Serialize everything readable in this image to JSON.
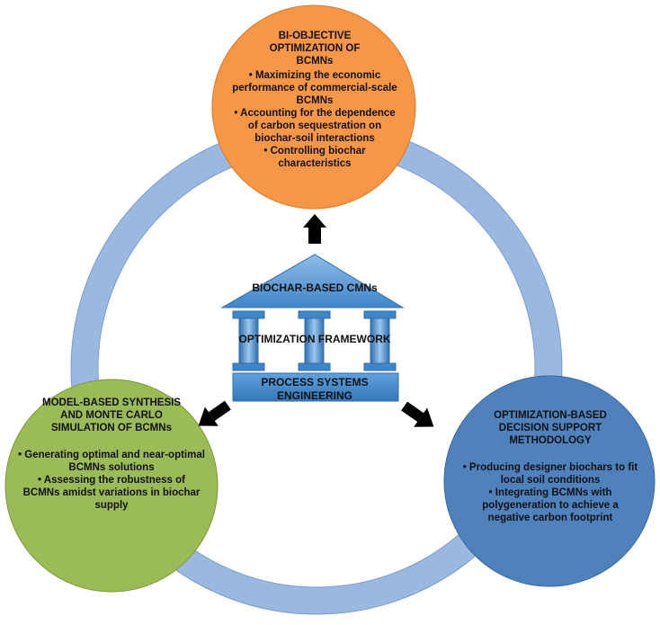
{
  "colors": {
    "ring": "#9ab8e0",
    "ring_shadow": "#7a9ccc",
    "top_node": "#f79646",
    "left_node": "#9bbb59",
    "right_node": "#4f81bd",
    "building": "#5b9bd5",
    "building_dark": "#2e6fb0",
    "arrow": "#000000"
  },
  "top_node": {
    "title": "BI-OBJECTIVE OPTIMIZATION OF BCMNs",
    "bullets": [
      "Maximizing the economic performance of commercial-scale BCMNs",
      "Accounting for the dependence of carbon sequestration on biochar-soil interactions",
      "Controlling biochar characteristics"
    ]
  },
  "left_node": {
    "title": "MODEL-BASED SYNTHESIS AND MONTE CARLO SIMULATION OF BCMNs",
    "bullets": [
      "Generating optimal and near-optimal BCMNs solutions",
      "Assessing the robustness of BCMNs amidst variations in biochar supply"
    ]
  },
  "right_node": {
    "title": "OPTIMIZATION-BASED DECISION SUPPORT METHODOLOGY",
    "bullets": [
      "Producing designer biochars to fit local soil conditions",
      "Integrating BCMNs with polygeneration to achieve a negative carbon footprint"
    ]
  },
  "center": {
    "roof_label": "BIOCHAR-BASED CMNs",
    "middle_label": "OPTIMIZATION FRAMEWORK",
    "base_label": "PROCESS SYSTEMS ENGINEERING"
  },
  "bullet_char": "•"
}
